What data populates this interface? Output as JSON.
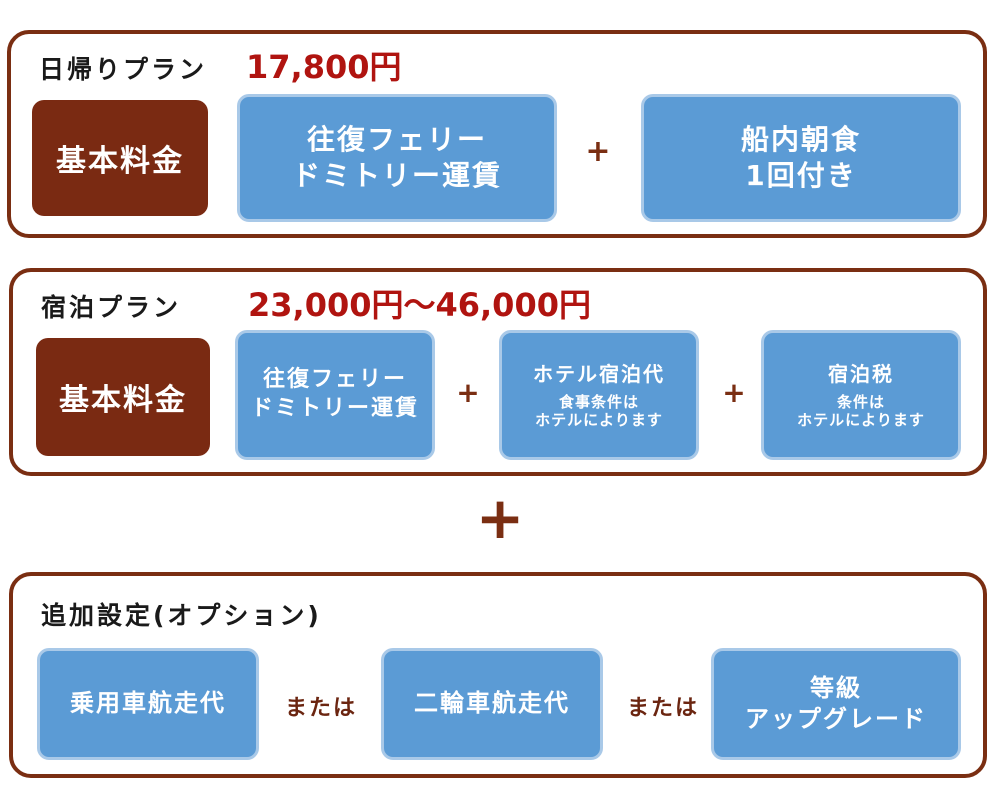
{
  "day_plan": {
    "title": "日帰りプラン",
    "price": "17,800円",
    "base_label": "基本料金",
    "items": [
      {
        "line1": "往復フェリー",
        "line2": "ドミトリー運賃"
      },
      {
        "line1": "船内朝食",
        "line2": "1回付き"
      }
    ],
    "plus": "+"
  },
  "stay_plan": {
    "title": "宿泊プラン",
    "price": "23,000円〜46,000円",
    "base_label": "基本料金",
    "items": [
      {
        "line1": "往復フェリー",
        "line2": "ドミトリー運賃"
      },
      {
        "title": "ホテル宿泊代",
        "note1": "食事条件は",
        "note2": "ホテルによります"
      },
      {
        "title": "宿泊税",
        "note1": "条件は",
        "note2": "ホテルによります"
      }
    ],
    "plus": "+"
  },
  "between_plus": "+",
  "options": {
    "title": "追加設定(オプション)",
    "items": [
      {
        "line1": "乗用車航走代"
      },
      {
        "line1": "二輪車航走代"
      },
      {
        "line1": "等級",
        "line2": "アップグレード"
      }
    ],
    "or_label": "または"
  },
  "colors": {
    "border": "#7a2e12",
    "base_box": "#7a2a12",
    "blue_box": "#5b9bd5",
    "price": "#b01410"
  }
}
